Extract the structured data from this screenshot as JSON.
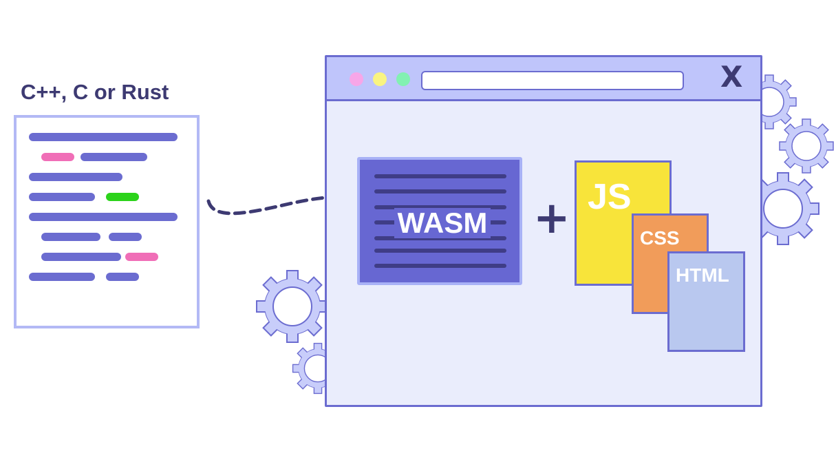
{
  "source": {
    "title": "C++, C or Rust"
  },
  "wasm": {
    "label": "WASM"
  },
  "plus": {
    "symbol": "+"
  },
  "files": {
    "js": "JS",
    "css": "CSS",
    "html": "HTML"
  },
  "window": {
    "close": "X"
  },
  "colors": {
    "primary": "#6b6cd0",
    "dark": "#3d3a72",
    "js": "#f8e43a",
    "css": "#f19c5a",
    "html": "#b9c8ef",
    "pink": "#f06eb7",
    "green": "#2cd31b",
    "dot_pink": "#f7a6e8",
    "dot_yellow": "#f9f481",
    "dot_green": "#82f1b2"
  }
}
